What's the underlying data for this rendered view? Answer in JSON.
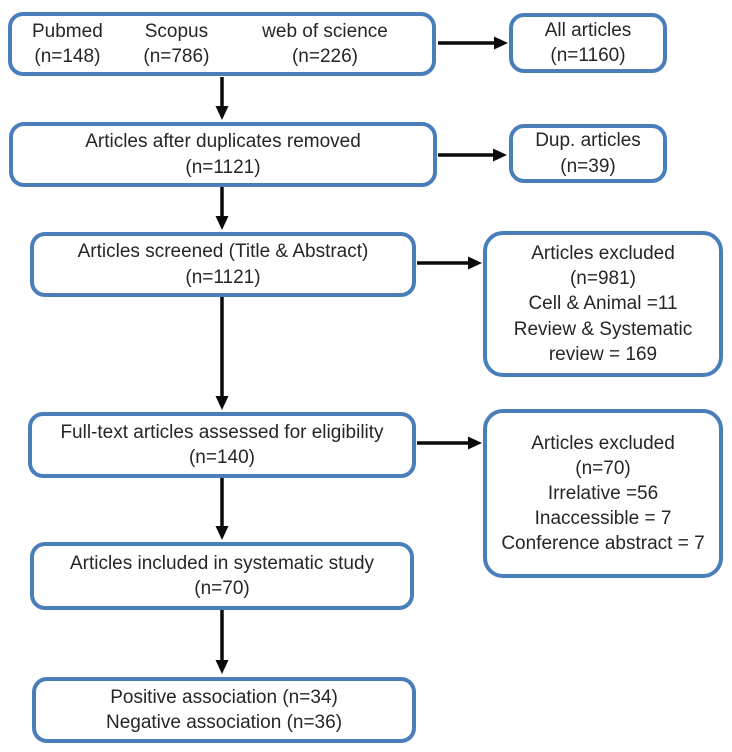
{
  "colors": {
    "box_border": "#4a7ebb",
    "arrow": "#0a0a0a",
    "text": "#262626"
  },
  "boxes": {
    "sources": {
      "items": [
        {
          "label": "Pubmed",
          "count": "(n=148)"
        },
        {
          "label": "Scopus",
          "count": "(n=786)"
        },
        {
          "label": "web of science",
          "count": "(n=226)"
        }
      ]
    },
    "all_articles": {
      "line1": "All articles",
      "line2": "(n=1160)"
    },
    "duplicates_removed": {
      "line1": "Articles after duplicates removed",
      "line2": "(n=1121)"
    },
    "dup_articles": {
      "line1": "Dup. articles",
      "line2": "(n=39)"
    },
    "screened": {
      "line1": "Articles screened (Title & Abstract)",
      "line2": "(n=1121)"
    },
    "excluded_screening": {
      "lines": [
        "Articles excluded",
        "(n=981)",
        "Cell & Animal =11",
        "Review & Systematic review = 169"
      ]
    },
    "fulltext": {
      "line1": "Full-text articles assessed for eligibility",
      "line2": "(n=140)"
    },
    "excluded_fulltext": {
      "lines": [
        "Articles excluded",
        "(n=70)",
        "Irrelative =56",
        "Inaccessible = 7",
        "Conference abstract = 7"
      ]
    },
    "included": {
      "line1": "Articles included in systematic study",
      "line2": "(n=70)"
    },
    "associations": {
      "line1": "Positive association (n=34)",
      "line2": "Negative association (n=36)"
    }
  }
}
